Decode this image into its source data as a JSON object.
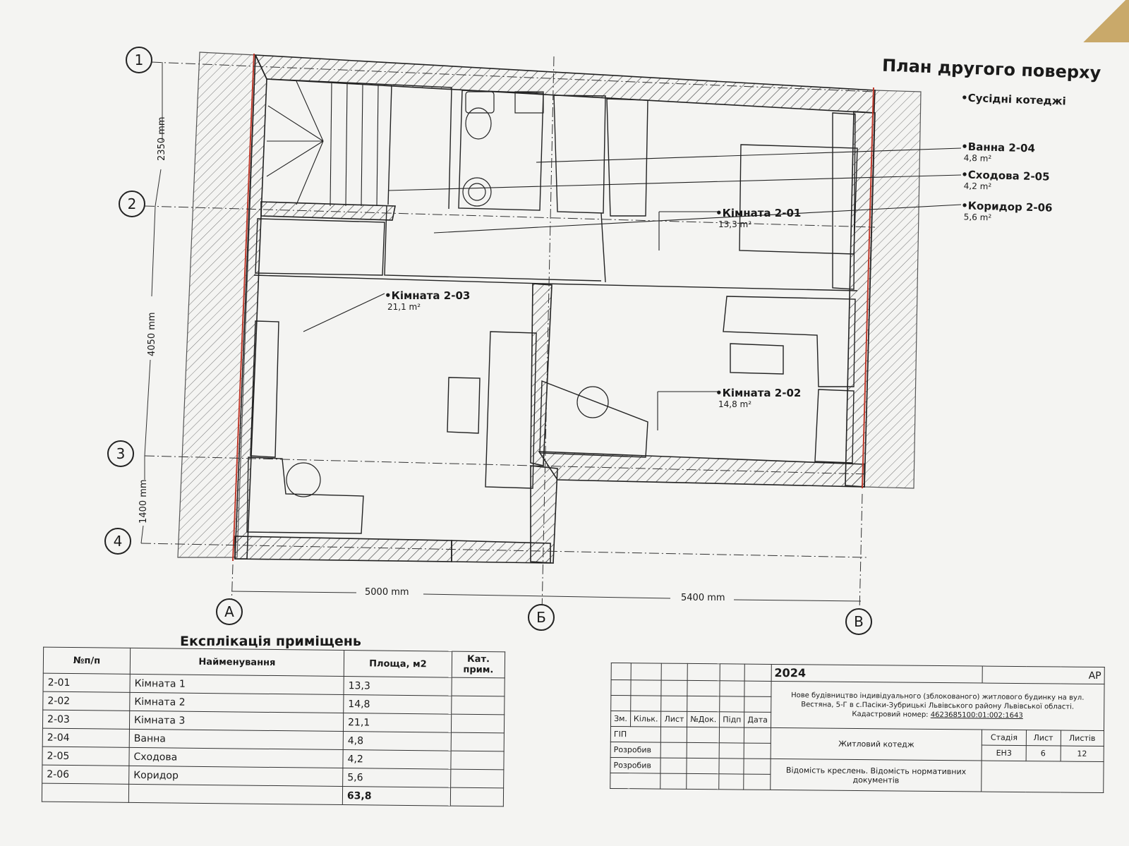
{
  "plan": {
    "title": "План другого поверху",
    "legend_items": [
      {
        "label": "Сусідні котеджі",
        "area": ""
      },
      {
        "label": "Ванна 2-04",
        "area": "4,8 m²"
      },
      {
        "label": "Сходова 2-05",
        "area": "4,2 m²"
      },
      {
        "label": "Коридор 2-06",
        "area": "5,6 m²"
      }
    ],
    "rooms": [
      {
        "label": "Кімната 2-01",
        "area": "13,3 m²"
      },
      {
        "label": "Кімната 2-03",
        "area": "21,1 m²"
      },
      {
        "label": "Кімната 2-02",
        "area": "14,8 m²"
      }
    ],
    "dimensions": {
      "vertical": [
        "2350 mm",
        "4050 mm",
        "1400 mm"
      ],
      "horizontal": [
        "5000 mm",
        "5400 mm"
      ]
    },
    "row_axes": [
      "1",
      "2",
      "3",
      "4"
    ],
    "column_axes": [
      "А",
      "Б",
      "В"
    ]
  },
  "explication": {
    "title": "Експлікація приміщень",
    "headers": [
      "№п/п",
      "Найменування",
      "Площа, м2",
      "Кат. прим."
    ],
    "rows": [
      [
        "2-01",
        "Кімната 1",
        "13,3",
        ""
      ],
      [
        "2-02",
        "Кімната 2",
        "14,8",
        ""
      ],
      [
        "2-03",
        "Кімната 3",
        "21,1",
        ""
      ],
      [
        "2-04",
        "Ванна",
        "4,8",
        ""
      ],
      [
        "2-05",
        "Сходова",
        "4,2",
        ""
      ],
      [
        "2-06",
        "Коридор",
        "5,6",
        ""
      ]
    ],
    "total": "63,8"
  },
  "title_block": {
    "year": "2024",
    "code": "АР",
    "project": "Нове будівництво індивідуального (зблокованого) житлового будинку на вул. Вестяна, 5-Г в с.Пасіки-Зубрицькі Львівського району Львівської області.",
    "cadastral_label": "Кадастровий номер:",
    "cadastral_number": "4623685100:01:002:1643",
    "sign_headers": [
      "Зм.",
      "Кільк.",
      "Лист",
      "№Док.",
      "Підп",
      "Дата"
    ],
    "roles": [
      "ГІП",
      "Розробив",
      "Розробив"
    ],
    "building": "Житловий котедж",
    "stage_headers": [
      "Стадія",
      "Лист",
      "Листів"
    ],
    "stage_values": [
      "ЕН3",
      "6",
      "12"
    ],
    "sheet_name": "Відомість креслень. Відомість нормативних документів"
  }
}
